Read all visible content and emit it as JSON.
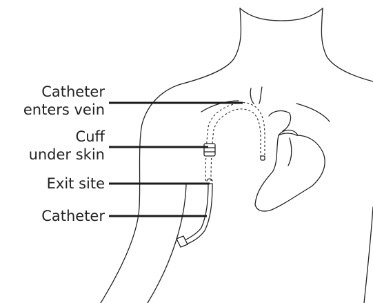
{
  "labels": {
    "catheter_enters_vein_line1": "Catheter",
    "catheter_enters_vein_line2": "enters vein",
    "cuff_line1": "Cuff",
    "cuff_line2": "under skin",
    "exit_site": "Exit site",
    "catheter": "Catheter"
  },
  "colors": {
    "ink": "#222222",
    "background": "#ffffff"
  }
}
